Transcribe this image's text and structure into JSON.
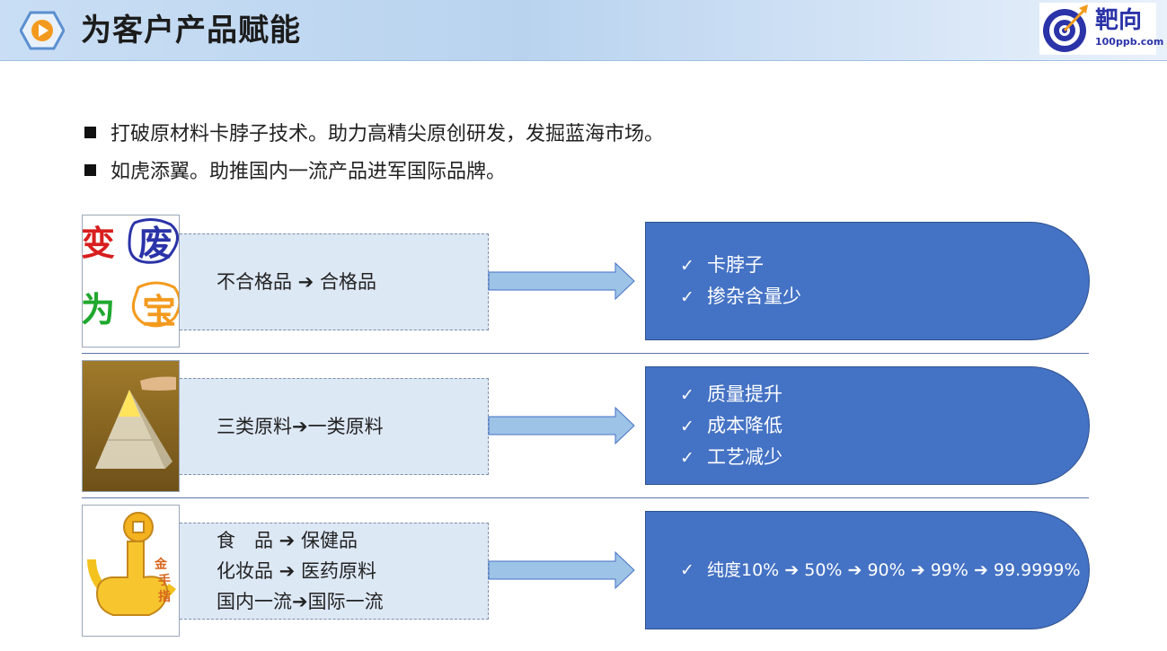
{
  "header": {
    "title": "为客户产品赋能",
    "logo_text": "靶向",
    "logo_url_text": "100ppb.com"
  },
  "bullets": [
    "打破原材料卡脖子技术。助力高精尖原创研发，发掘蓝海市场。",
    "如虎添翼。助推国内一流产品进军国际品牌。"
  ],
  "rows": [
    {
      "image_chars": [
        "变",
        "废",
        "为",
        "宝"
      ],
      "left_lines": [
        "不合格品 ➔ 合格品"
      ],
      "right_items": [
        "卡脖子",
        "掺杂含量少"
      ]
    },
    {
      "left_lines": [
        "三类原料➔一类原料"
      ],
      "right_items": [
        "质量提升",
        "成本降低",
        "工艺减少"
      ]
    },
    {
      "image_chars": [
        "金",
        "手",
        "指"
      ],
      "left_lines": [
        "食　品 ➔ 保健品",
        "化妆品 ➔ 医药原料",
        "国内一流➔国际一流"
      ],
      "right_items": [
        "纯度10% ➔ 50% ➔ 90% ➔ 99% ➔ 99.9999%"
      ]
    }
  ],
  "checkmark": "✓",
  "colors": {
    "box_blue": "#4472c4",
    "light_box": "#dde8f5",
    "arrow": "#9dc3e6",
    "brand_orange": "#f39a1e"
  }
}
